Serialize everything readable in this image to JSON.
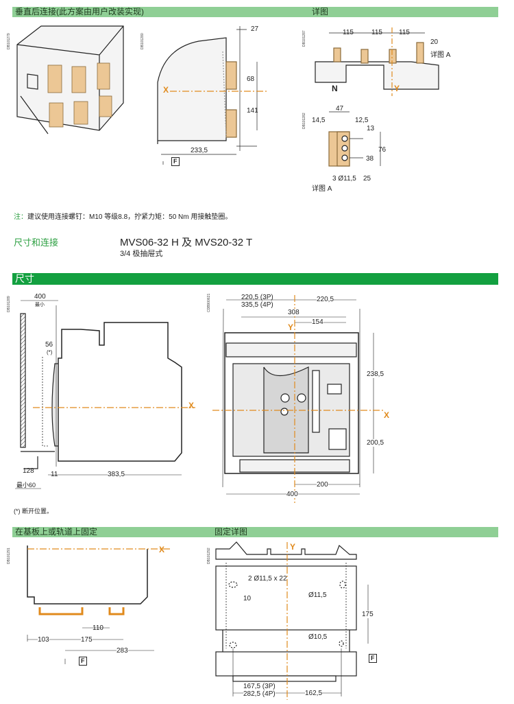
{
  "sections": {
    "rear_connection": "垂直后连接(此方案由用户改装实现)",
    "detail": "详图",
    "dimensions": "尺寸",
    "mount_on_base": "在基板上或轨道上固定",
    "mount_detail": "固定详图"
  },
  "note": {
    "prefix": "注：",
    "text": "建议使用连接螺钉：M10 等级8.8，拧紧力矩：50 Nm 用接触垫圈。"
  },
  "heading": {
    "category": "尺寸和连接",
    "title": "MVS06-32 H 及 MVS20-32 T",
    "subtitle": "3/4 极抽屉式"
  },
  "footnote": "(*) 断开位置。",
  "drawing_codes": [
    "DB101279",
    "DB101280",
    "DB101287",
    "DB101282",
    "DB101289",
    "CDB900621",
    "DB101291",
    "DB101292"
  ],
  "fig_side_rear": {
    "d1": "27",
    "d2": "68",
    "d3": "141",
    "d4": "233,5",
    "axis_x": "X",
    "f": "F"
  },
  "fig_detail_top": {
    "d1": "115",
    "d2": "115",
    "d3": "115",
    "d4": "20",
    "ref": "详图 A",
    "n": "N",
    "axis_y": "Y"
  },
  "fig_detail_a": {
    "d1": "47",
    "d2": "14,5",
    "d3": "12,5",
    "d4": "13",
    "d5": "76",
    "d6": "38",
    "holes": "3 Ø11,5",
    "d7": "25",
    "caption": "详图 A"
  },
  "fig_side": {
    "d1": "400",
    "min": "最小",
    "d2": "56",
    "star": "(*)",
    "axis_x": "X",
    "d3": "128",
    "min60": "最小60",
    "d4": "11",
    "d5": "383,5"
  },
  "fig_front": {
    "d1": "220,5 (3P)",
    "d2": "335,5 (4P)",
    "d3": "220,5",
    "d4": "308",
    "d5": "154",
    "axis_y": "Y",
    "d6": "238,5",
    "axis_x": "X",
    "d7": "200,5",
    "d8": "200",
    "d9": "400"
  },
  "fig_base": {
    "axis_x": "X",
    "d1": "110",
    "d2": "103",
    "d3": "175",
    "d4": "283",
    "f": "F"
  },
  "fig_fix": {
    "axis_y": "Y",
    "holes1": "2 Ø11,5 x 22",
    "d1": "10",
    "hole2": "Ø11,5",
    "d2": "175",
    "hole3": "Ø10,5",
    "f": "F",
    "d3": "167,5 (3P)",
    "d4": "282,5 (4P)",
    "d5": "162,5"
  }
}
